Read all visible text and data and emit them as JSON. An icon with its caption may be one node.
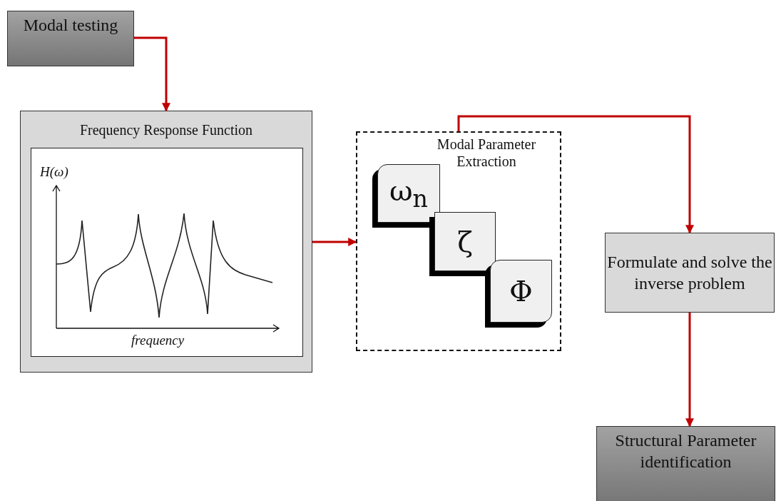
{
  "diagram": {
    "nodes": [
      {
        "text": [
          "Modal testing"
        ]
      },
      {
        "text": [
          "Frequency Response Function"
        ]
      },
      {
        "text": [
          "H(ω)",
          "frequency"
        ],
        "in": 1
      },
      {
        "text": [
          "Modal Parameter Extraction"
        ]
      },
      {
        "text": [
          "ω$_{n}$"
        ],
        "in": 3
      },
      {
        "text": [
          "ζ"
        ],
        "in": 3
      },
      {
        "text": [
          "Φ"
        ],
        "in": 3
      },
      {
        "text": [
          "Formulate and solve the inverse problem"
        ]
      },
      {
        "text": [
          "Structural Parameter identification"
        ]
      }
    ],
    "edges": [
      {
        "from": 0,
        "to": 1,
        "arrow": "to"
      },
      {
        "from": 1,
        "to": 3,
        "arrow": "to"
      },
      {
        "from": 3,
        "to": 7,
        "arrow": "to"
      },
      {
        "from": 7,
        "to": 8,
        "arrow": "to"
      }
    ]
  }
}
